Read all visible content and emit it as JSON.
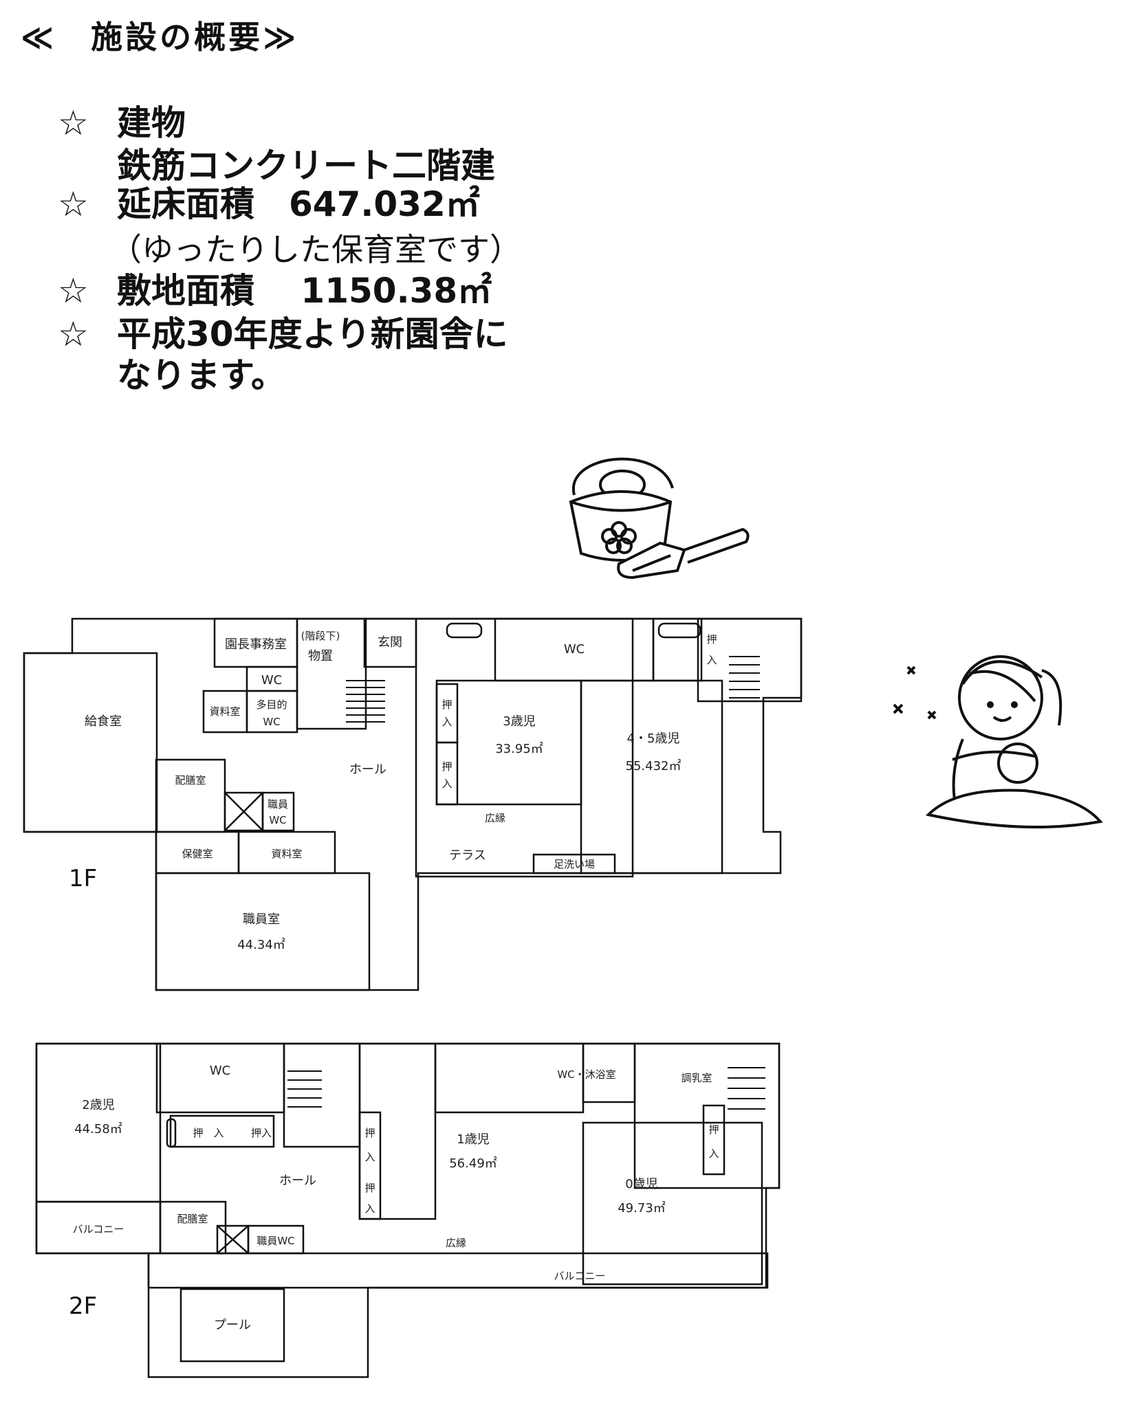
{
  "title": "≪　施設の概要≫",
  "bullets": {
    "star": "☆",
    "building_label": "建物",
    "building_value": "鉄筋コンクリート二階建",
    "floor_area": "延床面積　647.032㎡",
    "floor_area_note": "（ゆったりした保育室です）",
    "site_area": "敷地面積　 1150.38㎡",
    "new_building_1": "平成30年度より新園舎に",
    "new_building_2": "なります。"
  },
  "floor1": {
    "floor_label": "1F",
    "rooms": {
      "kitchen": "給食室",
      "office": "園長事務室",
      "storage_under_stairs_1": "(階段下)",
      "storage_under_stairs_2": "物置",
      "entrance": "玄関",
      "wc_top": "WC",
      "wc_small": "WC",
      "materials": "資料室",
      "multi_wc_1": "多目的",
      "multi_wc_2": "WC",
      "oshi": "押",
      "iri": "入",
      "age3": "3歳児",
      "age3_area": "33.95㎡",
      "age45": "4・5歳児",
      "age45_area": "55.432㎡",
      "hall": "ホール",
      "serving": "配膳室",
      "staff_wc_1": "職員",
      "staff_wc_2": "WC",
      "corridor": "広縁",
      "terrace": "テラス",
      "footwash": "足洗い場",
      "health": "保健室",
      "materials2": "資料室",
      "staff_room": "職員室",
      "staff_area": "44.34㎡"
    }
  },
  "floor2": {
    "floor_label": "2F",
    "rooms": {
      "wc": "WC",
      "age2": "2歳児",
      "age2_area": "44.58㎡",
      "oshi_iri": "押　入",
      "oshi_iri2": "押入",
      "oshi": "押",
      "iri": "入",
      "age1": "1歳児",
      "age1_area": "56.49㎡",
      "wc_bath": "WC・沐浴室",
      "milk": "調乳室",
      "age0": "0歳児",
      "age0_area": "49.73㎡",
      "balcony_left": "バルコニー",
      "hall": "ホール",
      "serving": "配膳室",
      "staff_wc": "職員WC",
      "corridor": "広縁",
      "balcony": "バルコニー",
      "pool": "プール"
    }
  },
  "illustrations": {
    "bucket": "bucket-and-shovel-icon",
    "girl": "girl-holding-baby-icon"
  }
}
